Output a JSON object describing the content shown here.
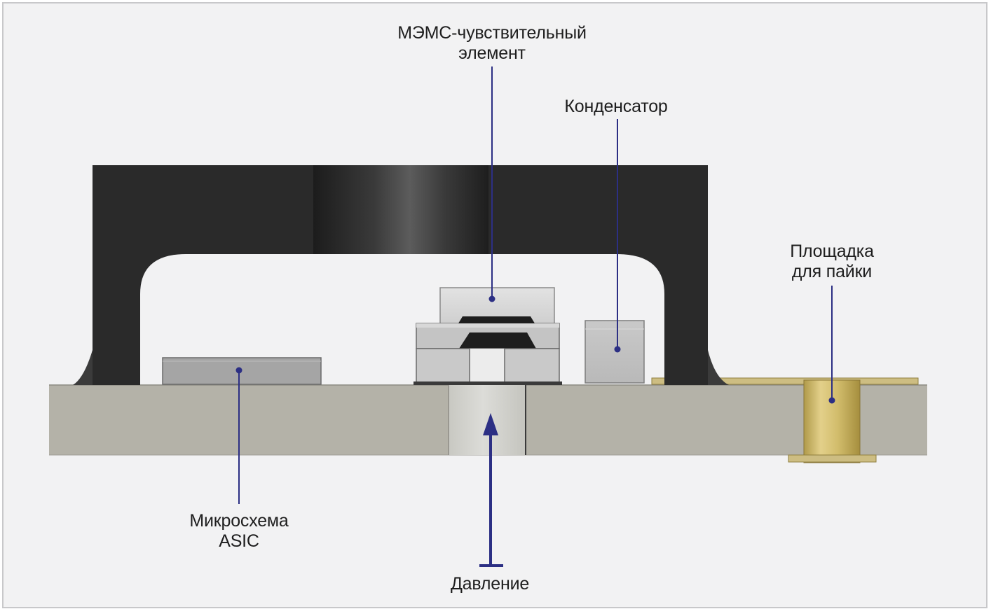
{
  "labels": {
    "mems": {
      "line1": "МЭМС-чувствительный",
      "line2": "элемент"
    },
    "capacitor": {
      "line1": "Конденсатор"
    },
    "solder_pad": {
      "line1": "Площадка",
      "line2": "для пайки"
    },
    "asic": {
      "line1": "Микросхема",
      "line2": "ASIC"
    },
    "pressure": {
      "line1": "Давление"
    }
  },
  "colors": {
    "background": "#f2f2f3",
    "border": "#c8c8ca",
    "lid": "#2b2b2b",
    "substrate": "#b5b3a9",
    "leader": "#2c2f84",
    "pad_gold": "#cbb56a"
  }
}
